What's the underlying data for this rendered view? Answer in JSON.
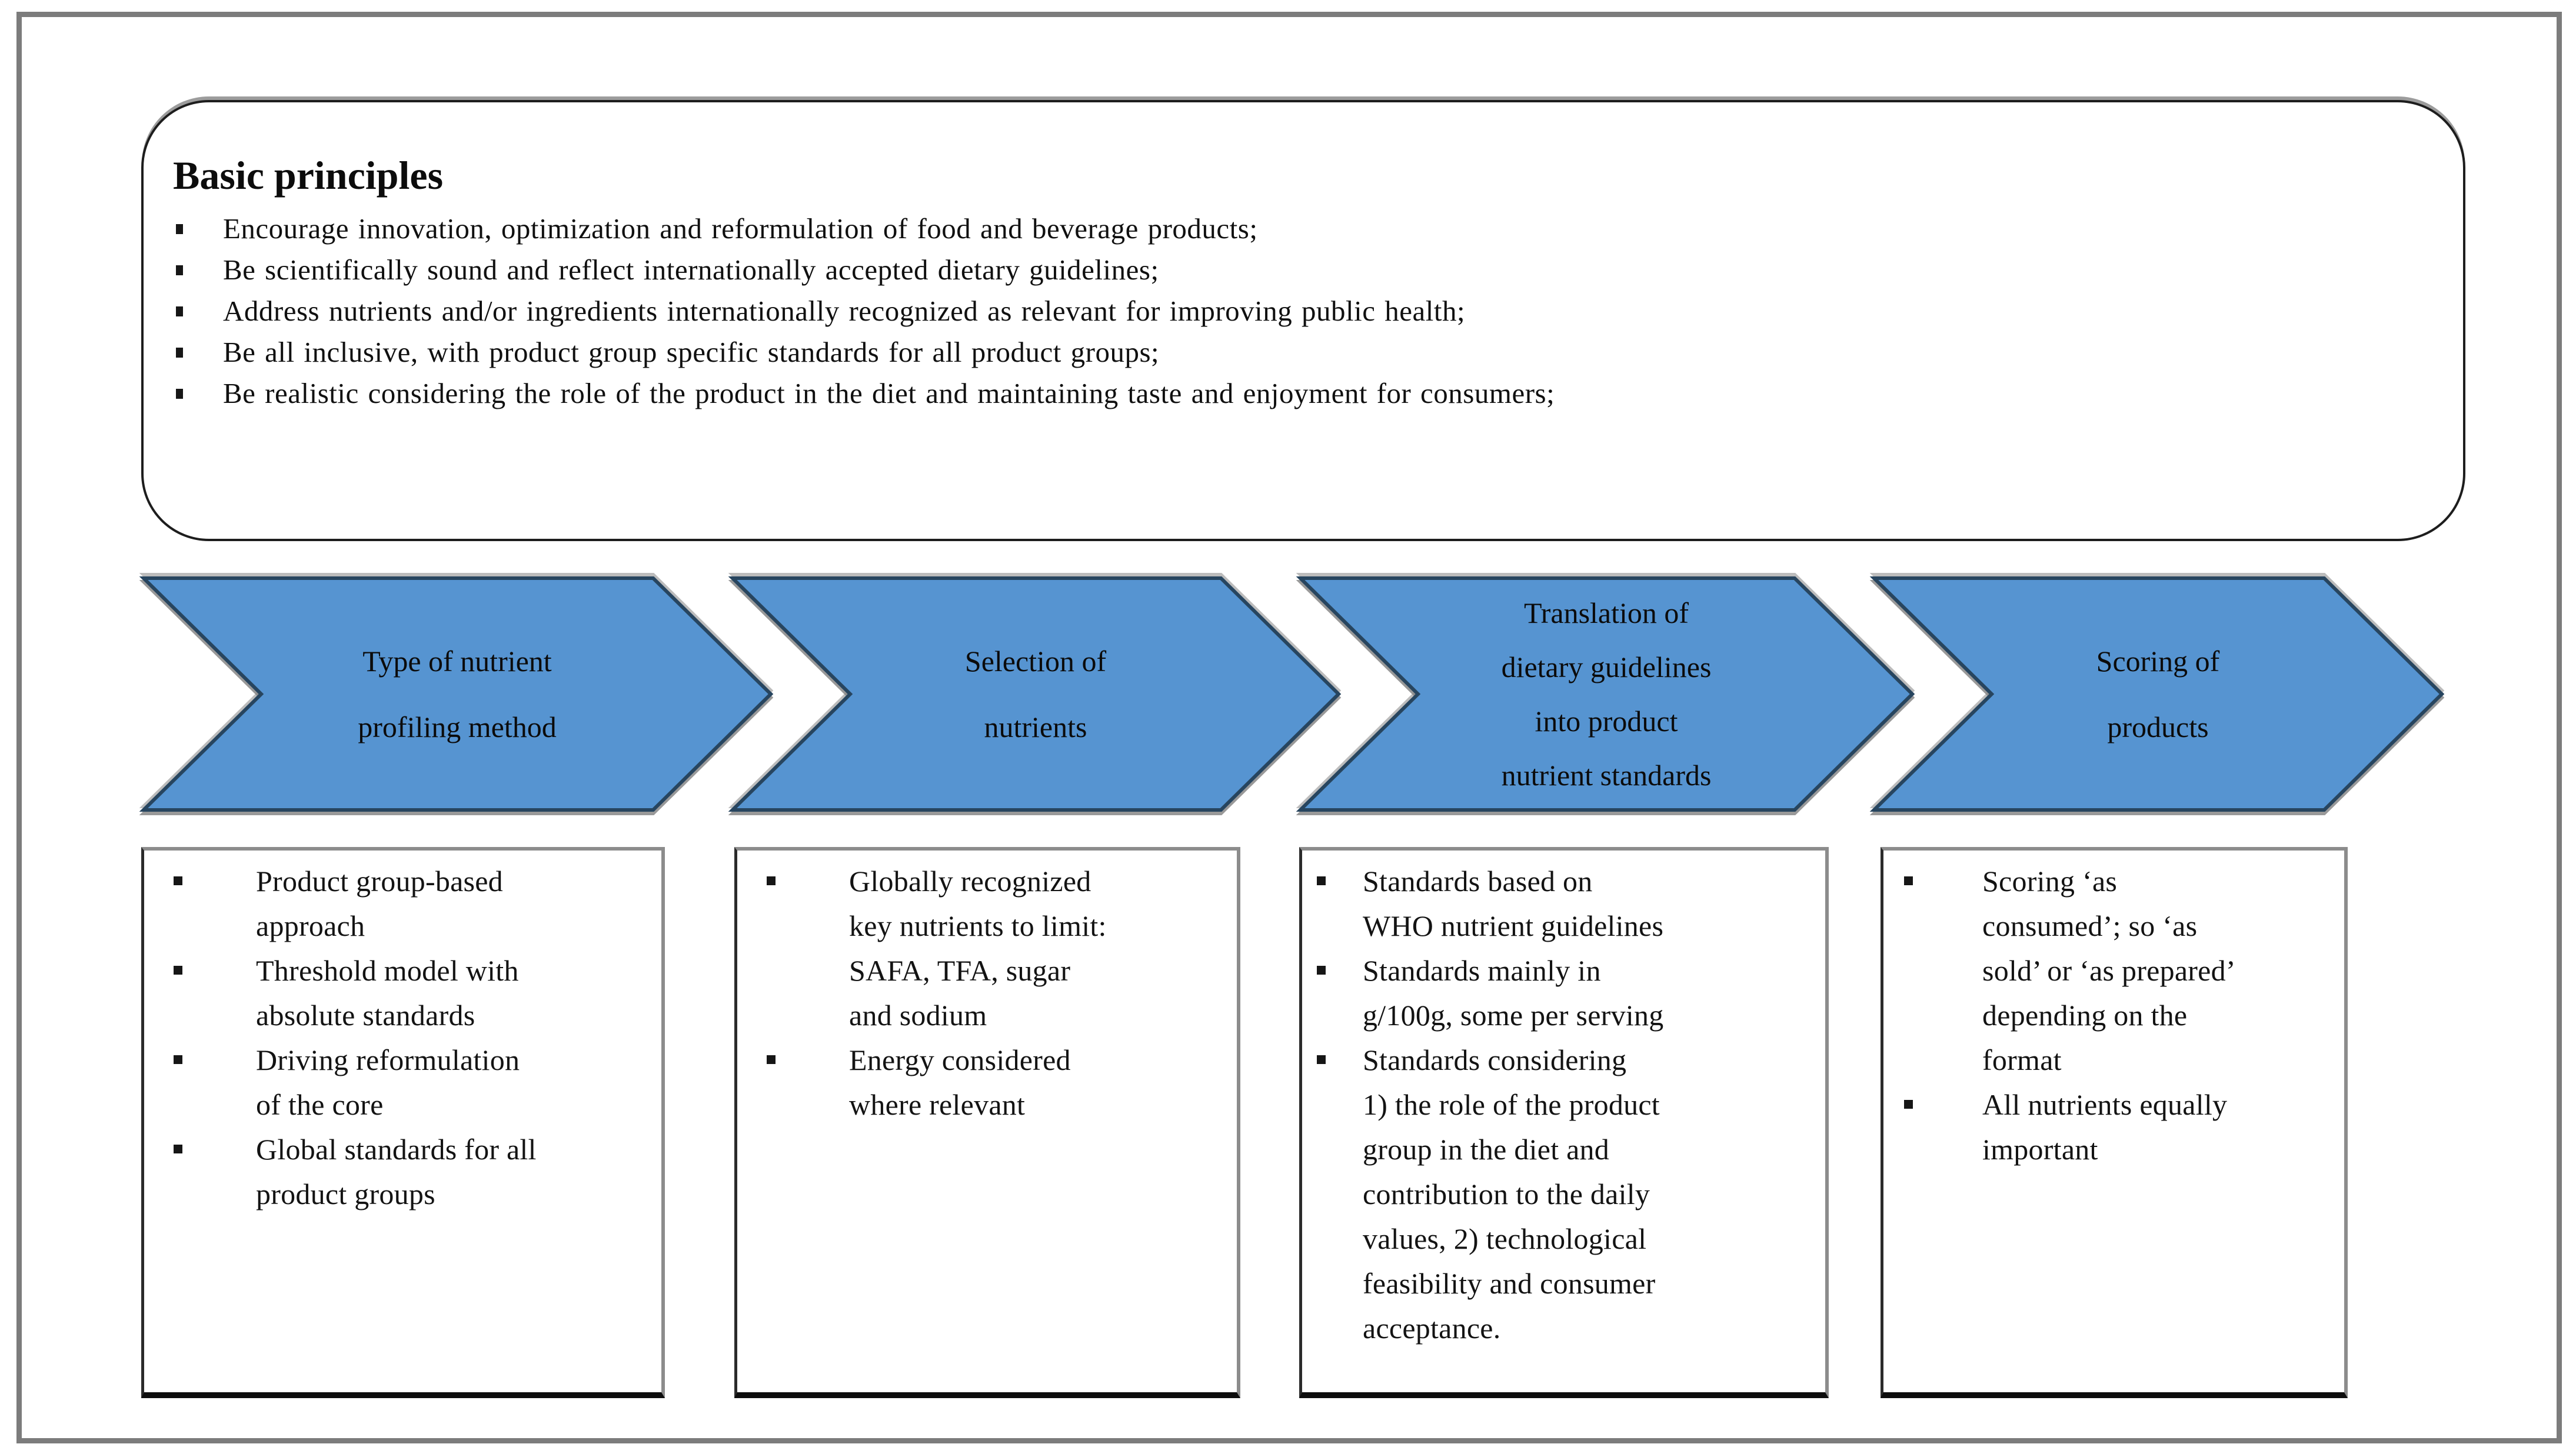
{
  "principles": {
    "title": "Basic principles",
    "bullets": [
      "Encourage innovation, optimization and reformulation of food and beverage products;",
      "Be scientifically sound and reflect internationally accepted dietary guidelines;",
      "Address nutrients and/or ingredients internationally recognized as relevant for improving public health;",
      "Be all inclusive, with product group specific standards for all product groups;",
      "Be realistic considering the role of the product in the diet and maintaining taste and enjoyment for consumers;"
    ]
  },
  "steps": [
    {
      "label_lines": [
        "Type of nutrient",
        "profiling method"
      ],
      "bullets": [
        "Product group-based\napproach",
        "Threshold model with\nabsolute standards",
        "Driving reformulation\nof the core",
        "Global standards for all\nproduct groups"
      ]
    },
    {
      "label_lines": [
        "Selection of",
        "nutrients"
      ],
      "bullets": [
        "Globally recognized\nkey nutrients to limit:\nSAFA, TFA, sugar\nand sodium",
        "Energy considered\nwhere relevant"
      ]
    },
    {
      "label_lines": [
        "Translation of",
        "dietary guidelines",
        "into product",
        "nutrient standards"
      ],
      "bullets": [
        "Standards based on\nWHO nutrient guidelines",
        "Standards mainly in\ng/100g, some per serving",
        "Standards considering\n1) the role of the product\ngroup in the diet and\ncontribution to the daily\nvalues, 2) technological\nfeasibility and consumer\nacceptance."
      ]
    },
    {
      "label_lines": [
        "Scoring of",
        "products"
      ],
      "bullets": [
        "Scoring ‘as\nconsumed’; so ‘as\nsold’ or ‘as prepared’\ndepending  on the\nformat",
        "All nutrients equally\nimportant"
      ]
    }
  ],
  "colors": {
    "arrow_fill": "#5694d1",
    "arrow_stroke": "#27455f",
    "frame_gray": "#7c7c7c",
    "text": "#101010"
  }
}
